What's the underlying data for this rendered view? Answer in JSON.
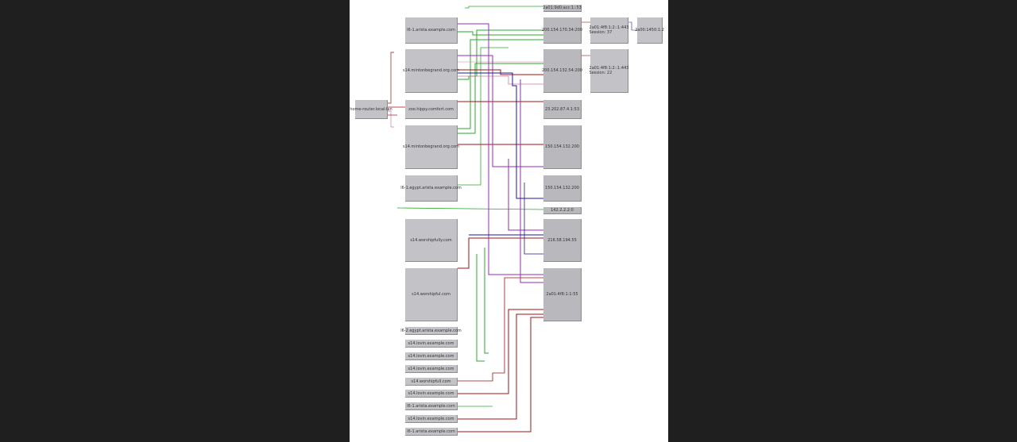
{
  "diagram": {
    "source": {
      "label": "home-router.local:lan"
    },
    "hosts": [
      {
        "id": "h1",
        "label": "l6-1.arista.example.com"
      },
      {
        "id": "h2",
        "label": "s14.mintonbegrand.org.com"
      },
      {
        "id": "h3",
        "label": "zoo.hippy.comfort.com"
      },
      {
        "id": "h4",
        "label": "s14.mintonbegrand.org.com"
      },
      {
        "id": "h5",
        "label": "l6-1.egypt.arista.example.com"
      },
      {
        "id": "h6",
        "label": "s14.worshipfully.com"
      },
      {
        "id": "h7",
        "label": "s14.worshipful.com"
      },
      {
        "id": "h8",
        "label": "l6-2.egypt.arista.example.com"
      },
      {
        "id": "h9",
        "label": "s14.lovin.example.com"
      },
      {
        "id": "h10",
        "label": "s14.lovin.example.com"
      },
      {
        "id": "h11",
        "label": "s14.lovin.example.com"
      },
      {
        "id": "h12",
        "label": "s14.worshipfull.com"
      },
      {
        "id": "h13",
        "label": "s14.lovin.example.com"
      },
      {
        "id": "h14",
        "label": "l6-1.arista.example.com"
      },
      {
        "id": "h15",
        "label": "s14.lovin.example.com"
      },
      {
        "id": "h16",
        "label": "l6-1.arista.example.com"
      }
    ],
    "destinations": [
      {
        "id": "d1",
        "label": "2a01:9d0:acc:1::53"
      },
      {
        "id": "d2",
        "label": "200.154.170.34:200"
      },
      {
        "id": "d3",
        "label": "200.154.132.54:200"
      },
      {
        "id": "d4",
        "label": "23.202.87.4.1:53"
      },
      {
        "id": "d5",
        "label": "150.154.132.200"
      },
      {
        "id": "d6",
        "label": "150.154.132.200"
      },
      {
        "id": "d7",
        "label": "142.2.2.2:0"
      },
      {
        "id": "d8",
        "label": "216.58.194.55"
      },
      {
        "id": "d9",
        "label": "2a01:4f8:1:1:55"
      }
    ],
    "peers": [
      {
        "id": "p1",
        "label": "2a01:4f8:1:2::1:443\nSession: 37"
      },
      {
        "id": "p2",
        "label": "2a01:4f8:1:2::1:443\nSession: 22"
      },
      {
        "id": "p3",
        "label": "2a00:1450:1:2"
      }
    ],
    "colors": {
      "green": "#2ea82e",
      "red": "#a01010",
      "purple": "#9a2ab4",
      "blue": "#1a1a9c",
      "pink": "#d07aa0",
      "box": "#c3c3c7",
      "canvas": "#ffffff",
      "background": "#1f1f1f"
    }
  }
}
